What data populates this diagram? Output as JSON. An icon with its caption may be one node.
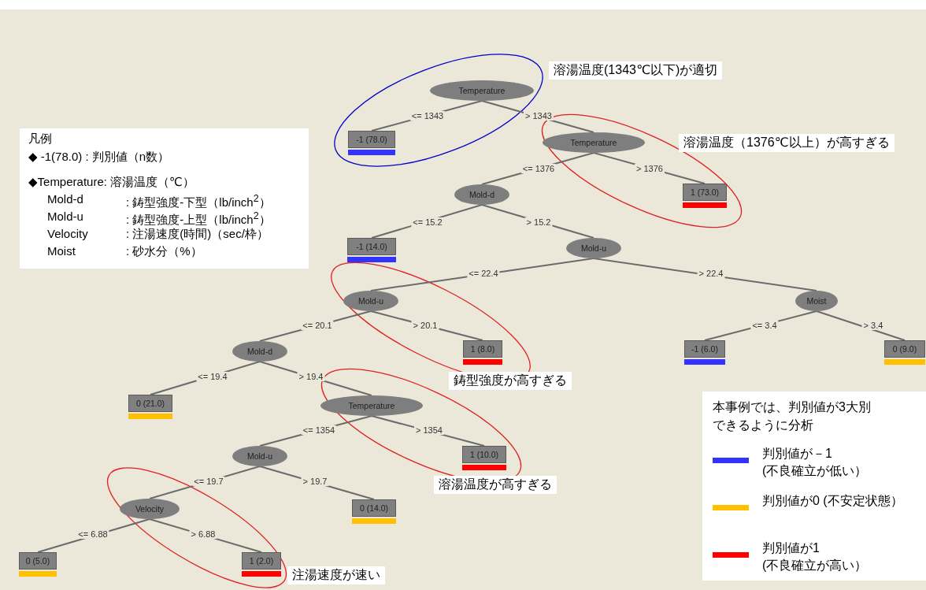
{
  "diagram": {
    "nodes": [
      {
        "text": [
          "Temperature"
        ]
      },
      {
        "text": [
          "-1 (78.0)"
        ]
      },
      {
        "text": [
          "Temperature"
        ]
      },
      {
        "text": [
          "Mold-d"
        ]
      },
      {
        "text": [
          "1 (73.0)"
        ]
      },
      {
        "text": [
          "-1 (14.0)"
        ]
      },
      {
        "text": [
          "Mold-u"
        ]
      },
      {
        "text": [
          "Mold-u"
        ]
      },
      {
        "text": [
          "Moist"
        ]
      },
      {
        "text": [
          "Mold-d"
        ]
      },
      {
        "text": [
          "1 (8.0)"
        ]
      },
      {
        "text": [
          "-1 (6.0)"
        ]
      },
      {
        "text": [
          "0 (9.0)"
        ]
      },
      {
        "text": [
          "0 (21.0)"
        ]
      },
      {
        "text": [
          "Temperature"
        ]
      },
      {
        "text": [
          "Mold-u"
        ]
      },
      {
        "text": [
          "1 (10.0)"
        ]
      },
      {
        "text": [
          "Velocity"
        ]
      },
      {
        "text": [
          "0 (14.0)"
        ]
      },
      {
        "text": [
          "0 (5.0)"
        ]
      },
      {
        "text": [
          "1 (2.0)"
        ]
      }
    ],
    "edges": [
      {
        "from": 0,
        "to": 1,
        "arrow": "none",
        "label": "<= 1343"
      },
      {
        "from": 0,
        "to": 2,
        "arrow": "none",
        "label": "> 1343"
      },
      {
        "from": 2,
        "to": 3,
        "arrow": "none",
        "label": "<= 1376"
      },
      {
        "from": 2,
        "to": 4,
        "arrow": "none",
        "label": "> 1376"
      },
      {
        "from": 3,
        "to": 5,
        "arrow": "none",
        "label": "<= 15.2"
      },
      {
        "from": 3,
        "to": 6,
        "arrow": "none",
        "label": "> 15.2"
      },
      {
        "from": 6,
        "to": 7,
        "arrow": "none",
        "label": "<= 22.4"
      },
      {
        "from": 6,
        "to": 8,
        "arrow": "none",
        "label": "> 22.4"
      },
      {
        "from": 7,
        "to": 9,
        "arrow": "none",
        "label": "<= 20.1"
      },
      {
        "from": 7,
        "to": 10,
        "arrow": "none",
        "label": "> 20.1"
      },
      {
        "from": 8,
        "to": 11,
        "arrow": "none",
        "label": "<= 3.4"
      },
      {
        "from": 8,
        "to": 12,
        "arrow": "none",
        "label": "> 3.4"
      },
      {
        "from": 9,
        "to": 13,
        "arrow": "none",
        "label": "<= 19.4"
      },
      {
        "from": 9,
        "to": 14,
        "arrow": "none",
        "label": "> 19.4"
      },
      {
        "from": 14,
        "to": 15,
        "arrow": "none",
        "label": "<= 1354"
      },
      {
        "from": 14,
        "to": 16,
        "arrow": "none",
        "label": "> 1354"
      },
      {
        "from": 15,
        "to": 17,
        "arrow": "none",
        "label": "<= 19.7"
      },
      {
        "from": 15,
        "to": 18,
        "arrow": "none",
        "label": "> 19.7"
      },
      {
        "from": 17,
        "to": 19,
        "arrow": "none",
        "label": "<= 6.88"
      },
      {
        "from": 17,
        "to": 20,
        "arrow": "none",
        "label": "> 6.88"
      }
    ],
    "labels": [
      "溶湯温度(1343℃以下)が適切",
      "凡例",
      "◆ -1(78.0) : 判別値（n数）",
      "溶湯温度（1376℃以上）が高すぎる",
      "◆Temperature: 溶湯温度（℃）",
      "Mold-d",
      ": 鋳型強度-下型（lb/inch$^{2}$）",
      "Mold-u",
      ": 鋳型強度-上型（lb/inch$^{2}$）",
      "Velocity",
      ": 注湯速度(時間)（sec/枠）",
      "Moist",
      ": 砂水分（%）",
      "鋳型強度が高すぎる",
      "本事例では、判別値が3大別できるように分析",
      "溶湯温度が高すぎる",
      "注湯速度が速い"
    ],
    "legend": [
      {
        "text": "判別値が－1 (不良確立が低い）",
        "color": "#3333ff"
      },
      {
        "text": "判別値が0 (不安定状態）",
        "color": "#ffc000"
      },
      {
        "text": "判別値が1 (不良確立が高い）",
        "color": "#ff0000"
      }
    ]
  }
}
